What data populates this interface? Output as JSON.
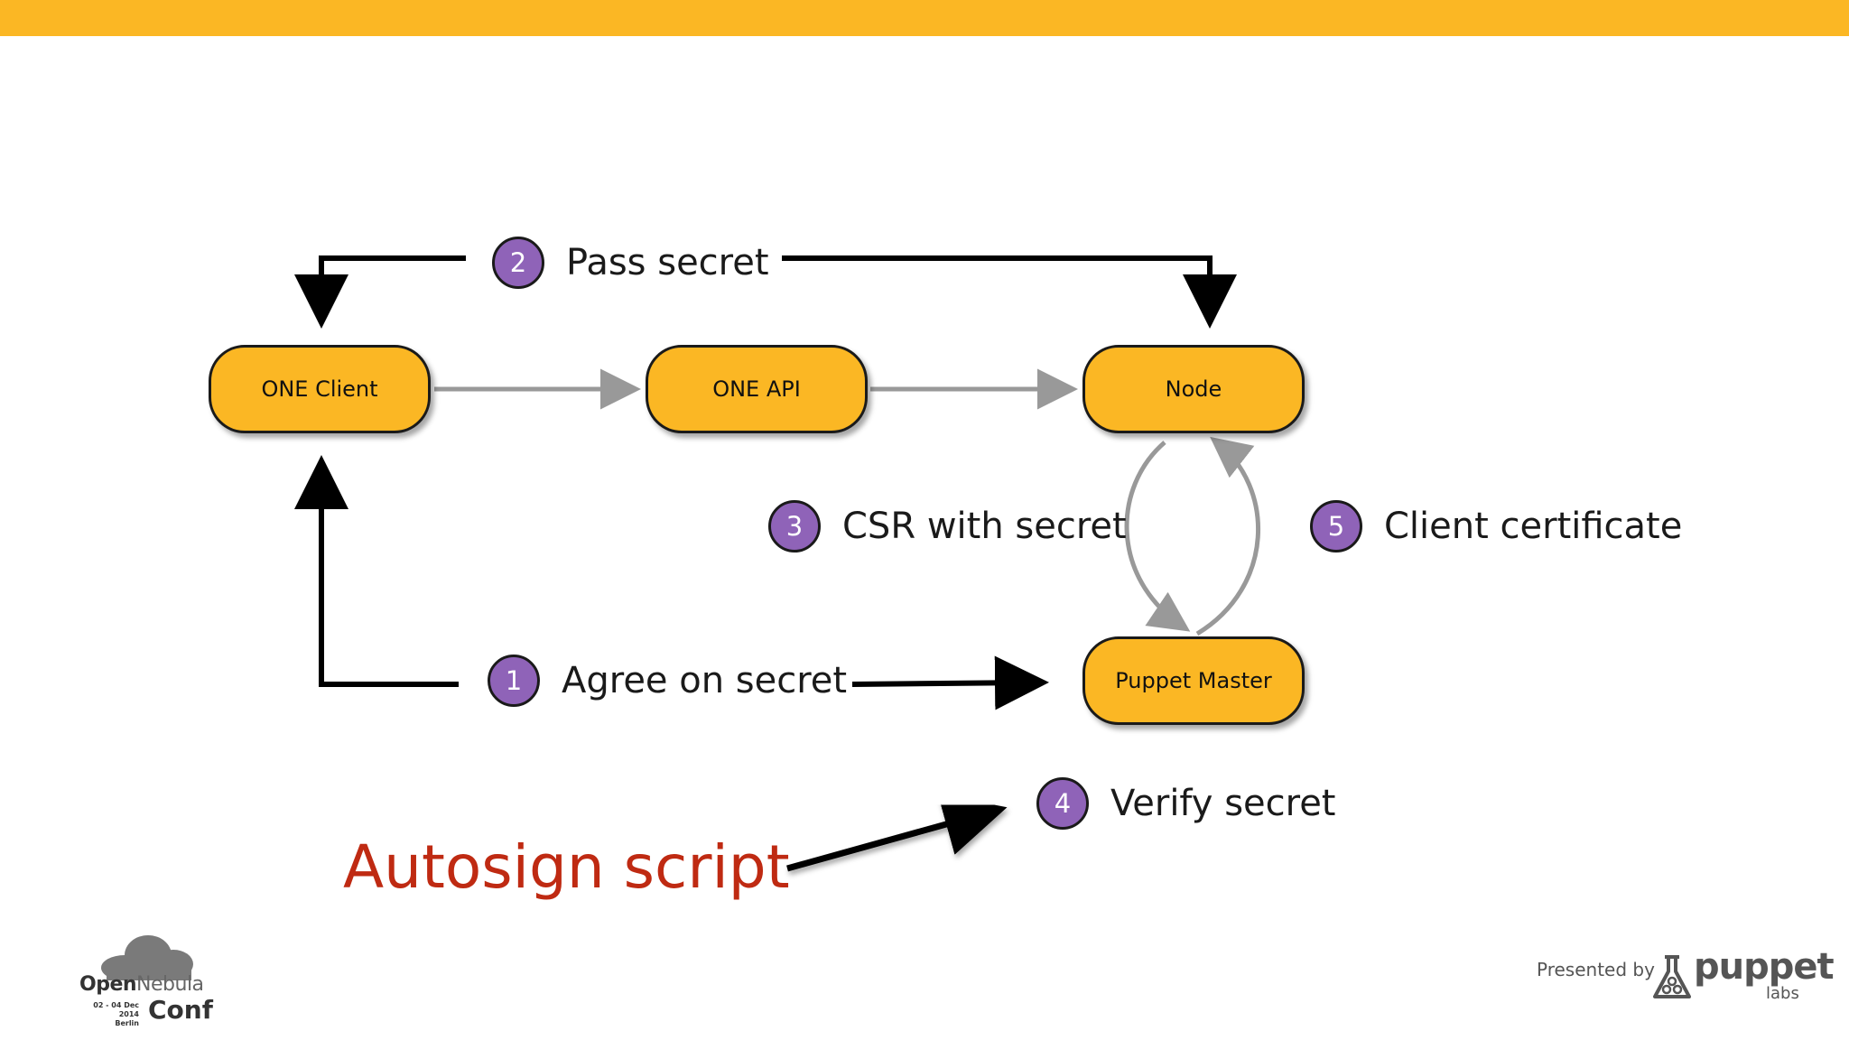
{
  "colors": {
    "top_bar": "#FBB724",
    "node_fill": "#FBB724",
    "badge_fill": "#8F63B8",
    "accent_text": "#BF2A12",
    "flow_arrow": "#999999",
    "trust_arrow": "#000000"
  },
  "nodes": {
    "one_client": "ONE Client",
    "one_api": "ONE API",
    "node": "Node",
    "puppet_master": "Puppet Master"
  },
  "steps": {
    "s1": {
      "num": "1",
      "label": "Agree on secret"
    },
    "s2": {
      "num": "2",
      "label": "Pass secret"
    },
    "s3": {
      "num": "3",
      "label": "CSR with secret"
    },
    "s4": {
      "num": "4",
      "label": "Verify secret"
    },
    "s5": {
      "num": "5",
      "label": "Client certificate"
    }
  },
  "annotation": "Autosign script",
  "footer": {
    "conf_open": "Open",
    "conf_nebula": "Nebula",
    "conf_dates": "02 - 04 Dec 2014",
    "conf_city": "Berlin",
    "conf_word": "Conf",
    "presented_by": "Presented by",
    "puppet_word": "puppet",
    "puppet_sub": "labs",
    "icons": [
      "cloud-icon",
      "puppet-flask-icon"
    ]
  }
}
